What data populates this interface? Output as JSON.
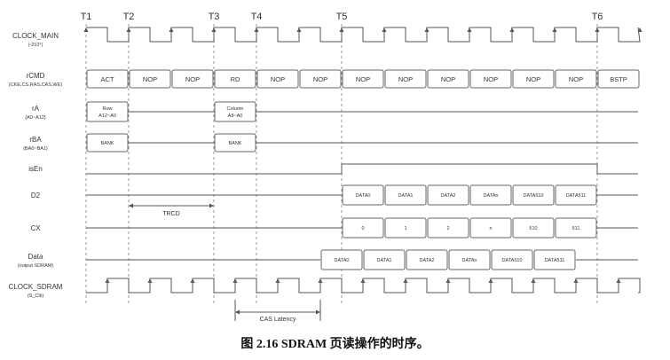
{
  "time_markers": [
    "T1",
    "T2",
    "T3",
    "T4",
    "T5",
    "T6"
  ],
  "signals": [
    {
      "name": "CLOCK_MAIN",
      "sub": "(-210°)"
    },
    {
      "name": "rCMD",
      "sub": "{CKE,CS,RAS,CAS,WE}"
    },
    {
      "name": "rA",
      "sub": "{A0~A12}"
    },
    {
      "name": "rBA",
      "sub": "{BA0~BA1}"
    },
    {
      "name": "isEn",
      "sub": ""
    },
    {
      "name": "D2",
      "sub": ""
    },
    {
      "name": "CX",
      "sub": ""
    },
    {
      "name": "Data",
      "sub": "(output SDRAM)"
    },
    {
      "name": "CLOCK_SDRAM",
      "sub": "(S_Clk)"
    }
  ],
  "rcmd": [
    "ACT",
    "NOP",
    "NOP",
    "RD",
    "NOP",
    "NOP",
    "NOP",
    "NOP",
    "NOP",
    "NOP",
    "NOP",
    "NOP",
    "BSTP"
  ],
  "ra": [
    {
      "line1": "Row",
      "line2": "A12~A0"
    },
    {
      "line1": "Column",
      "line2": "A8~A0"
    }
  ],
  "rba": [
    "BANK",
    "BANK"
  ],
  "d2": [
    "DATA0",
    "DATA1",
    "DATA2",
    "DATAn",
    "DATA510",
    "DATA511"
  ],
  "cx": [
    "0",
    "1",
    "2",
    "n",
    "510",
    "511"
  ],
  "data_out": [
    "DATA0",
    "DATA1",
    "DATA2",
    "DATAn",
    "DATA510",
    "DATA511"
  ],
  "annotations": {
    "trcd": "TRCD",
    "cas": "CAS Latency"
  },
  "caption": "图 2.16 SDRAM 页读操作的时序。",
  "colors": {
    "line": "#555555",
    "dash": "#9a9a9a",
    "box": "#666666",
    "text": "#333333"
  }
}
